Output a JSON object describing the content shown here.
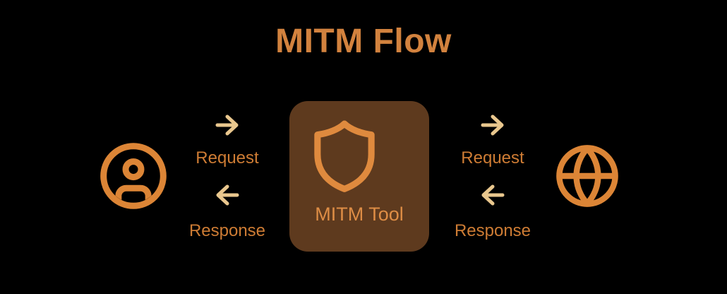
{
  "title": "MITM Flow",
  "colors": {
    "background": "#000000",
    "title": "#D2823E",
    "icon": "#DC8536",
    "arrow": "#E9C78E",
    "flow-label": "#CE7C34",
    "box-bg": "#5E3A1E",
    "box-label": "#DE8D45",
    "shield": "#DF8A3E"
  },
  "nodes": {
    "client": {
      "icon": "user-circle-icon"
    },
    "mitm": {
      "icon": "shield-icon",
      "label": "MITM Tool"
    },
    "server": {
      "icon": "globe-icon"
    }
  },
  "flows": {
    "client_to_mitm": {
      "request": "Request",
      "response": "Response"
    },
    "mitm_to_server": {
      "request": "Request",
      "response": "Response"
    }
  }
}
